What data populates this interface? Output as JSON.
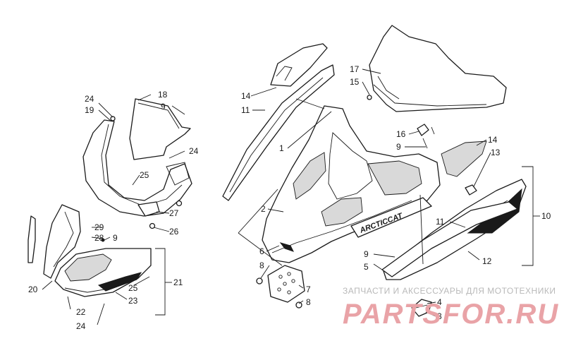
{
  "colors": {
    "line": "#1a1a1a",
    "mesh": "#d9d9d9",
    "watermark_text": "#b9b9b9",
    "watermark_brand": "#e9a3a7"
  },
  "callouts": {
    "c24a": "24",
    "c19": "19",
    "c18": "18",
    "c9a": "9",
    "c24b": "24",
    "c25a": "25",
    "c27": "27",
    "c26": "26",
    "c29": "29",
    "c28": "28",
    "c9b": "9",
    "c25b": "25",
    "c23": "23",
    "c21": "21",
    "c20": "20",
    "c22": "22",
    "c24c": "24",
    "c14a": "14",
    "c11a": "11",
    "c1": "1",
    "c2": "2",
    "c6": "6",
    "c8a": "8",
    "c7": "7",
    "c8b": "8",
    "c9c": "9",
    "c5": "5",
    "c17": "17",
    "c15": "15",
    "c16": "16",
    "c9d": "9",
    "c14b": "14",
    "c13": "13",
    "c11b": "11",
    "c12": "12",
    "c10": "10",
    "c4": "4",
    "c3": "3"
  },
  "watermark": {
    "tagline": "ЗАПЧАСТИ И АКСЕССУАРЫ ДЛЯ МОТОТЕХНИКИ",
    "brand": "PARTSFOR.RU"
  },
  "decal_text": "ARCTICCAT"
}
